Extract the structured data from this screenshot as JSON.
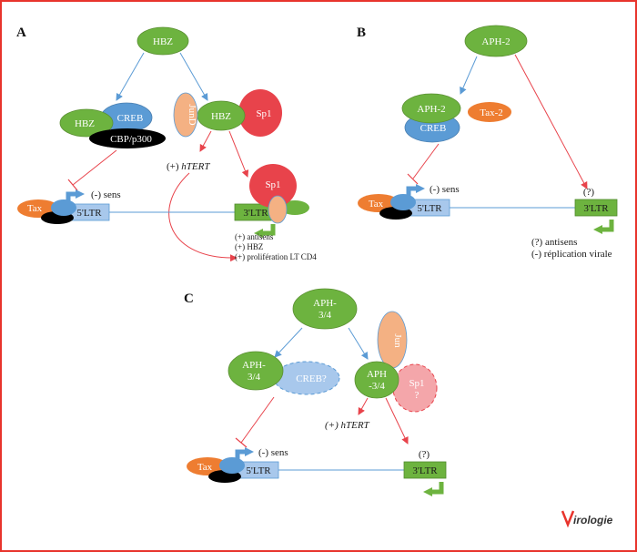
{
  "panels": {
    "a": "A",
    "b": "B",
    "c": "C"
  },
  "colors": {
    "green": "#6db33f",
    "blue": "#5b9bd5",
    "red": "#e8434b",
    "orange": "#ee7d31",
    "peach": "#f4b183",
    "pink": "#f4a6aa",
    "lightblue": "#a8c8ec",
    "black": "#000000",
    "border": "#e8342c"
  },
  "panel_a": {
    "hbz_top": "HBZ",
    "hbz_left": "HBZ",
    "creb": "CREB",
    "cbp": "CBP/p300",
    "jund": "JunD",
    "hbz_mid": "HBZ",
    "sp1_top": "Sp1",
    "sp1_ltr": "Sp1",
    "htert_prefix": "(+) ",
    "htert": "hTERT",
    "tax": "Tax",
    "ltr5": "5'LTR",
    "ltr3": "3'LTR",
    "sens": "(-) sens",
    "out1": "(+) antisens",
    "out2": "(+) HBZ",
    "out3": "(+) prolifération LT CD4"
  },
  "panel_b": {
    "aph2_top": "APH-2",
    "aph2": "APH-2",
    "tax2": "Tax-2",
    "creb": "CREB",
    "tax": "Tax",
    "ltr5": "5'LTR",
    "ltr3": "3'LTR",
    "sens": "(-) sens",
    "q": "(?)",
    "out1": "(?) antisens",
    "out2": "(-) réplication virale"
  },
  "panel_c": {
    "aph34_top_1": "APH-",
    "aph34_top_2": "3/4",
    "aph34_left_1": "APH-",
    "aph34_left_2": "3/4",
    "creb": "CREB?",
    "jun": "Jun",
    "aph34_mid_1": "APH",
    "aph34_mid_2": "-3/4",
    "sp1_1": "Sp1",
    "sp1_2": "?",
    "htert_prefix": "(+) ",
    "htert": "hTERT",
    "tax": "Tax",
    "ltr5": "5'LTR",
    "ltr3": "3'LTR",
    "sens": "(-) sens",
    "q": "(?)"
  },
  "logo": {
    "letter": "V",
    "text": "irologie"
  }
}
